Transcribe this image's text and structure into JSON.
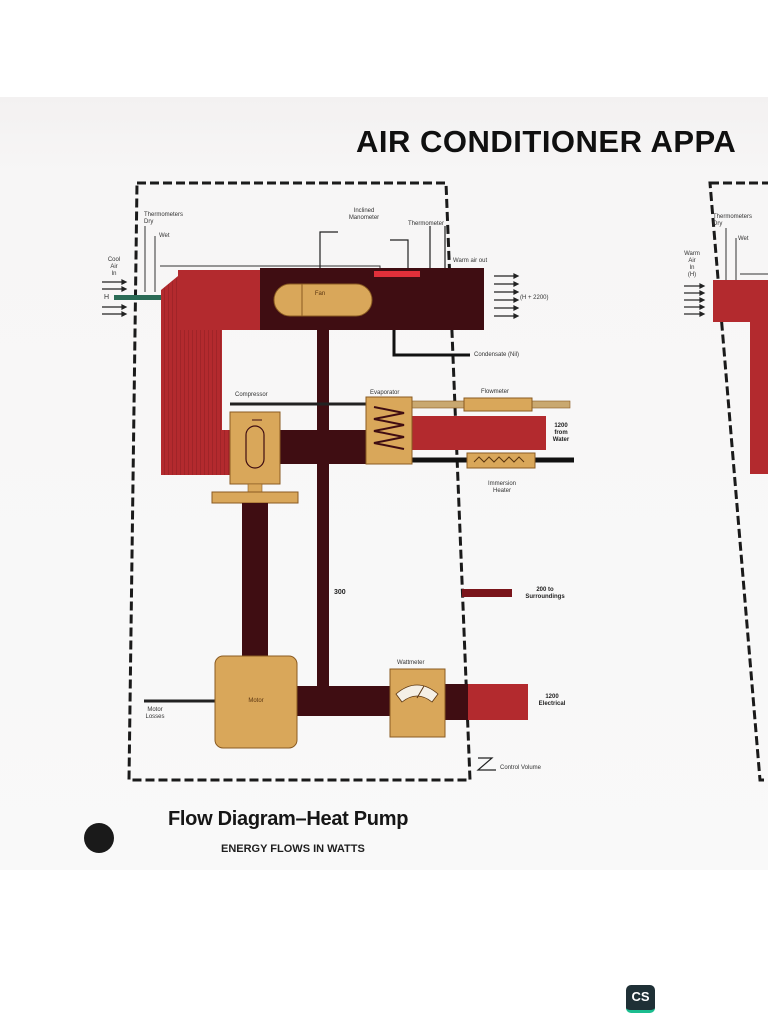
{
  "poster": {
    "title": "AIR CONDITIONER APPA"
  },
  "diagram": {
    "thermometers_dry": "Thermometers\nDry",
    "wet": "Wet",
    "inclined_manometer": "Inclined\nManometer",
    "thermometer": "Thermometer",
    "cool_air_in": "Cool\nAir\nIn",
    "h": "H",
    "warm_air_out": "Warm air out",
    "fan": "Fan",
    "flow_out_value": "(H + 2200)",
    "condensate": "Condensate (Nil)",
    "compressor": "Compressor",
    "evaporator": "Evaporator",
    "flowmeter": "Flowmeter",
    "from_water": "1200\nfrom\nWater",
    "immersion_heater": "Immersion\nHeater",
    "flow_300": "300",
    "to_surroundings": "200 to\nSurroundings",
    "wattmeter": "Wattmeter",
    "motor": "Motor",
    "motor_losses": "Motor\nLosses",
    "electrical": "1200\nElectrical",
    "control_volume": "Control Volume",
    "title": "Flow Diagram–Heat Pump",
    "subtitle": "ENERGY FLOWS IN WATTS"
  },
  "right_panel": {
    "thermometers_dry": "Thermometers\nDry",
    "wet": "Wet",
    "warm_air_in": "Warm\nAir\nIn\n(H)"
  },
  "badge": {
    "label": "CS"
  },
  "colors": {
    "red_flow": "#b32a2e",
    "dark_flow": "#3f0d12",
    "tan_component": "#d9a75a",
    "component_border": "#8a5b22",
    "control_volume_border": "#1a1a1a"
  }
}
